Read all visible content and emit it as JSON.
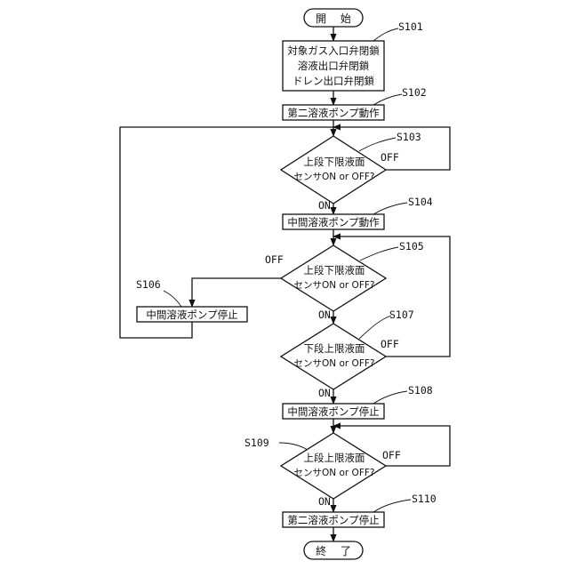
{
  "start": {
    "label": "開 始"
  },
  "end": {
    "label": "終 了"
  },
  "s101": {
    "id": "S101",
    "lines": [
      "対象ガス入口弁閉鎖",
      "溶液出口弁閉鎖",
      "ドレン出口弁閉鎖"
    ]
  },
  "s102": {
    "id": "S102",
    "text": "第二溶液ポンプ動作"
  },
  "s103": {
    "id": "S103",
    "line1": "上段下限液面",
    "line2": "センサON or OFF?",
    "off": "OFF",
    "on": "ON"
  },
  "s104": {
    "id": "S104",
    "text": "中間溶液ポンプ動作"
  },
  "s105": {
    "id": "S105",
    "line1": "上段下限液面",
    "line2": "センサON or OFF?",
    "off": "OFF",
    "on": "ON"
  },
  "s106": {
    "id": "S106",
    "text": "中間溶液ポンプ停止"
  },
  "s107": {
    "id": "S107",
    "line1": "下段上限液面",
    "line2": "センサON or OFF?",
    "off": "OFF",
    "on": "ON"
  },
  "s108": {
    "id": "S108",
    "text": "中間溶液ポンプ停止"
  },
  "s109": {
    "id": "S109",
    "line1": "上段上限液面",
    "line2": "センサON or OFF?",
    "off": "OFF",
    "on": "ON"
  },
  "s110": {
    "id": "S110",
    "text": "第二溶液ポンプ停止"
  }
}
